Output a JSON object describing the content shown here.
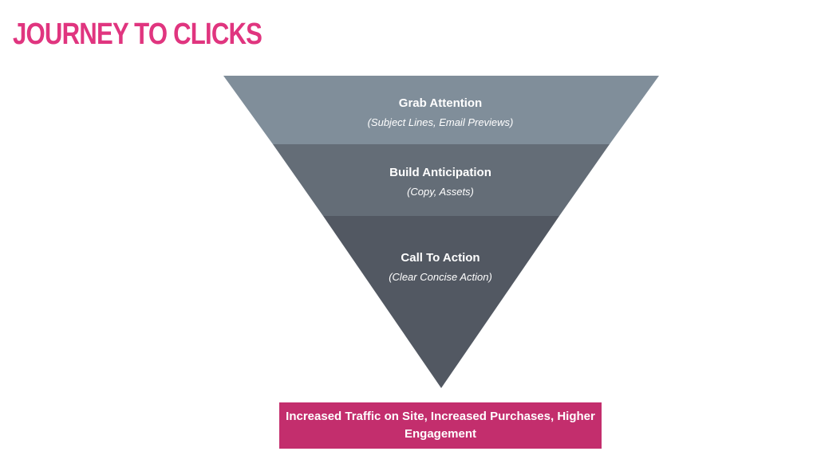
{
  "title": "JOURNEY TO CLICKS",
  "colors": {
    "title": "#e0357f",
    "stage1": "#808e9a",
    "stage2": "#646d77",
    "stage3": "#525862",
    "result": "#c32e6d"
  },
  "stages": [
    {
      "label": "Grab Attention",
      "sub": "(Subject Lines, Email Previews)"
    },
    {
      "label": "Build Anticipation",
      "sub": "(Copy, Assets)"
    },
    {
      "label": "Call To Action",
      "sub": "(Clear Concise Action)"
    }
  ],
  "result": "Increased Traffic on Site, Increased Purchases, Higher Engagement"
}
